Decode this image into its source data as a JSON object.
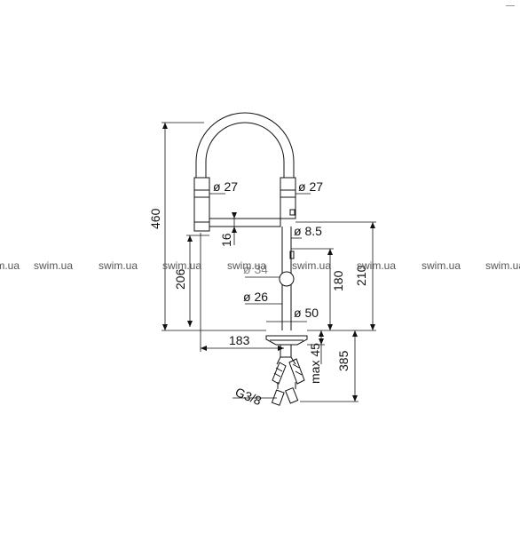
{
  "diagram": {
    "dimensions": {
      "height_total": "460",
      "spout_dia_left": "ø 27",
      "spout_dia_right": "ø 27",
      "spout_thickness": "16",
      "hose_dia": "ø 8.5",
      "spout_height": "206",
      "body_dia_top": "ø 34",
      "body_dia": "ø 26",
      "base_dia": "ø 50",
      "body_height": "180",
      "outlet_height": "210",
      "reach": "183",
      "max_deck": "max 45",
      "hose_length": "385",
      "connection": "G3/8"
    },
    "watermark": [
      "swim.ua",
      "swim.ua",
      "swim.ua",
      "swim.ua",
      "swim.ua",
      "swim.ua",
      "swim.ua",
      "swim.ua",
      "swim.ua"
    ],
    "line_color": "#111111"
  }
}
